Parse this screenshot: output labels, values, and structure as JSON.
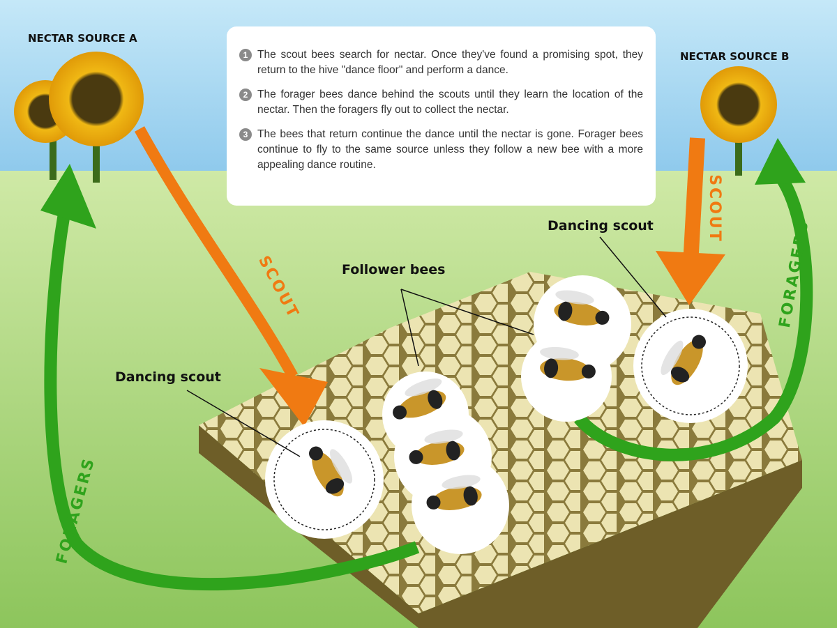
{
  "labels": {
    "source_a": "NECTAR SOURCE A",
    "source_b": "NECTAR SOURCE B",
    "scout_left": "SCOUT",
    "scout_right": "SCOUT",
    "foragers_left": "FORAGERS",
    "foragers_right": "FORAGERS",
    "dancing_scout_left": "Dancing scout",
    "follower_bees": "Follower bees",
    "dancing_scout_right": "Dancing scout"
  },
  "steps": [
    {
      "number": "1",
      "text": "The scout bees search for nectar. Once they've found a promising spot, they return to the hive \"dance floor\" and perform a dance."
    },
    {
      "number": "2",
      "text": "The forager bees dance behind the scouts until they learn the location of the nectar. Then the foragers fly out to collect the nectar."
    },
    {
      "number": "3",
      "text": "The bees that return continue the dance until the nectar is gone. Forager bees continue to fly to the same source unless they follow a new bee with a more appealing dance routine."
    }
  ],
  "colors": {
    "scout": "#f07a12",
    "foragers": "#2fa31c",
    "sky": "#bfe3f5",
    "grass": "#a8d77c"
  }
}
